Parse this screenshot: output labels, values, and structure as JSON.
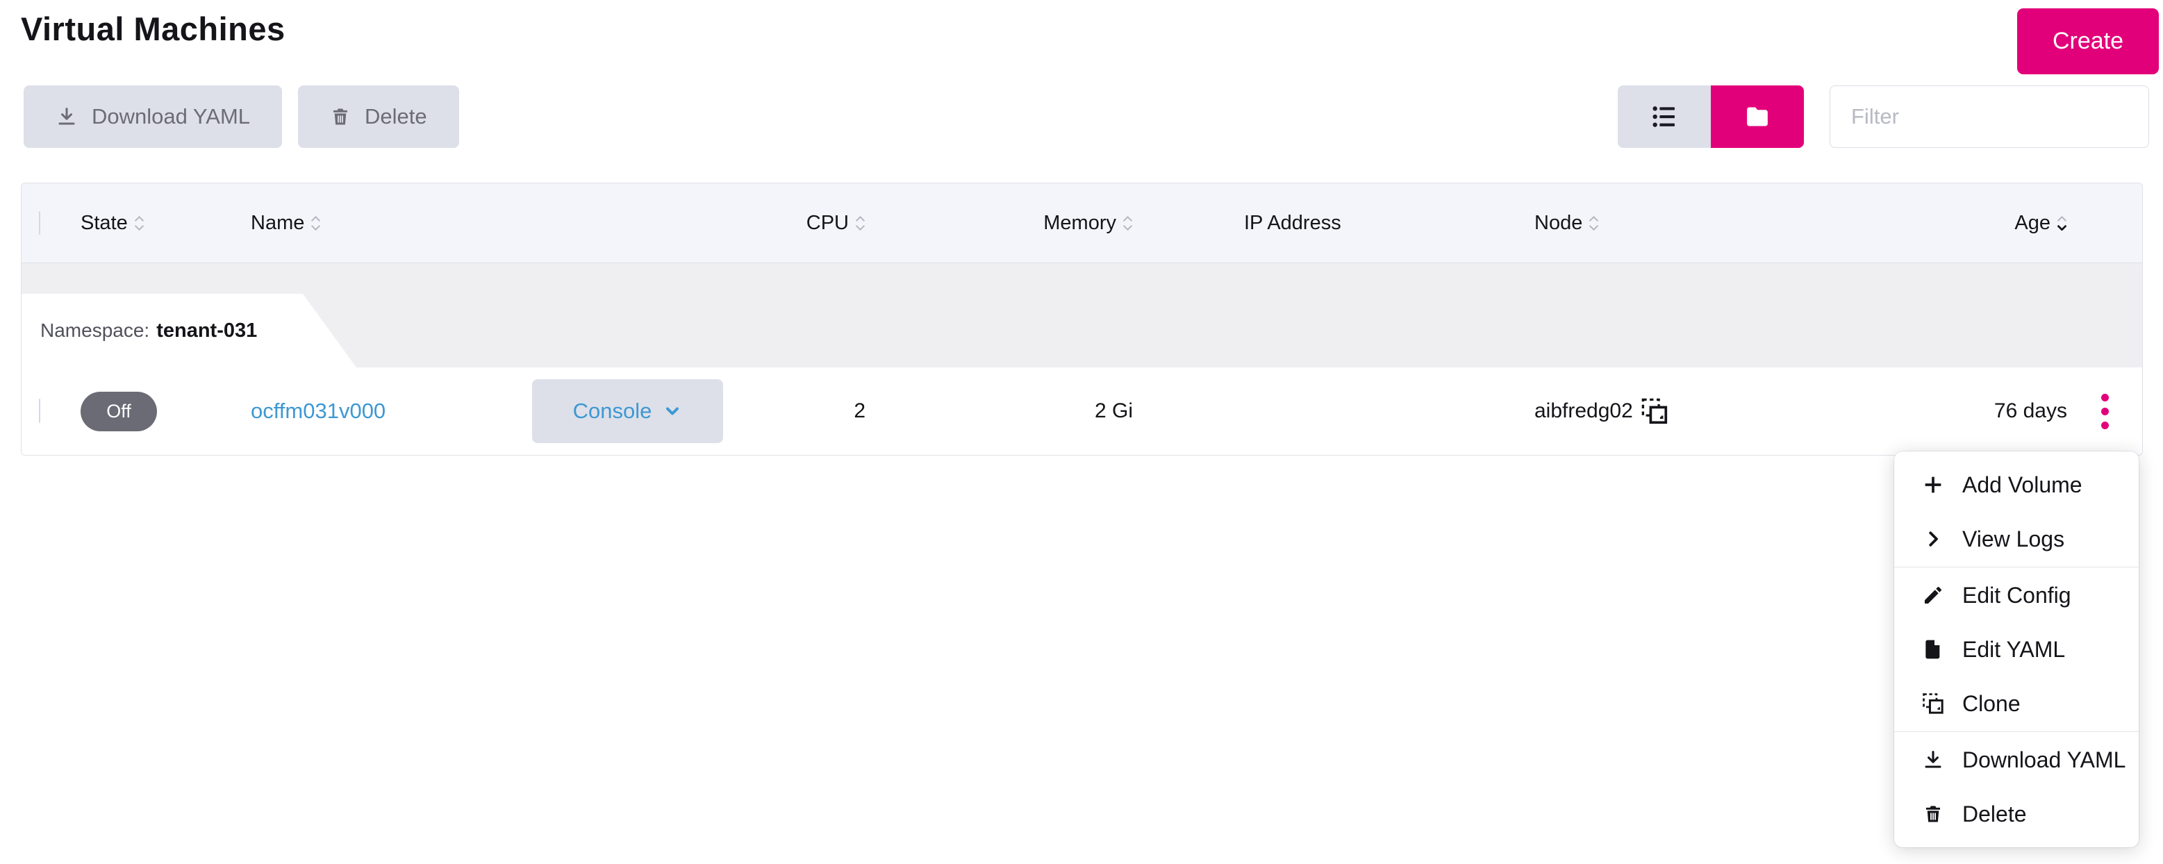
{
  "title": "Virtual Machines",
  "colors": {
    "accent_pink": "#e2007a",
    "link_blue": "#3d98d3",
    "muted_button_bg": "#dde0e9",
    "muted_text": "#6c6c76",
    "table_header_bg": "#f4f5fa",
    "group_band_bg": "#efeff1",
    "state_badge_bg": "#6b6b76"
  },
  "toolbar": {
    "create": "Create",
    "download_yaml": "Download YAML",
    "delete": "Delete",
    "filter_placeholder": "Filter",
    "view_toggle": [
      {
        "icon": "list-icon",
        "active": false
      },
      {
        "icon": "folder-icon",
        "active": true
      }
    ]
  },
  "table": {
    "columns": [
      {
        "label": "State",
        "sortable": true
      },
      {
        "label": "Name",
        "sortable": true
      },
      {
        "label": "CPU",
        "sortable": true
      },
      {
        "label": "Memory",
        "sortable": true
      },
      {
        "label": "IP Address",
        "sortable": false
      },
      {
        "label": "Node",
        "sortable": true
      },
      {
        "label": "Age",
        "sortable": true,
        "sorted": "desc"
      }
    ],
    "group": {
      "label": "Namespace:",
      "value": "tenant-031"
    },
    "rows": [
      {
        "state": "Off",
        "name": "ocffm031v000",
        "console": "Console",
        "cpu": "2",
        "memory": "2 Gi",
        "ip_address": "",
        "node": "aibfredg02",
        "age": "76 days"
      }
    ]
  },
  "row_menu": {
    "items": [
      {
        "label": "Add Volume",
        "icon": "plus-icon"
      },
      {
        "label": "View Logs",
        "icon": "chevron-right-icon"
      },
      {
        "label": "Edit Config",
        "icon": "pencil-icon"
      },
      {
        "label": "Edit YAML",
        "icon": "file-icon"
      },
      {
        "label": "Clone",
        "icon": "copy-icon"
      },
      {
        "label": "Download YAML",
        "icon": "download-icon"
      },
      {
        "label": "Delete",
        "icon": "trash-icon"
      }
    ],
    "dividers_after": [
      1,
      4
    ]
  }
}
